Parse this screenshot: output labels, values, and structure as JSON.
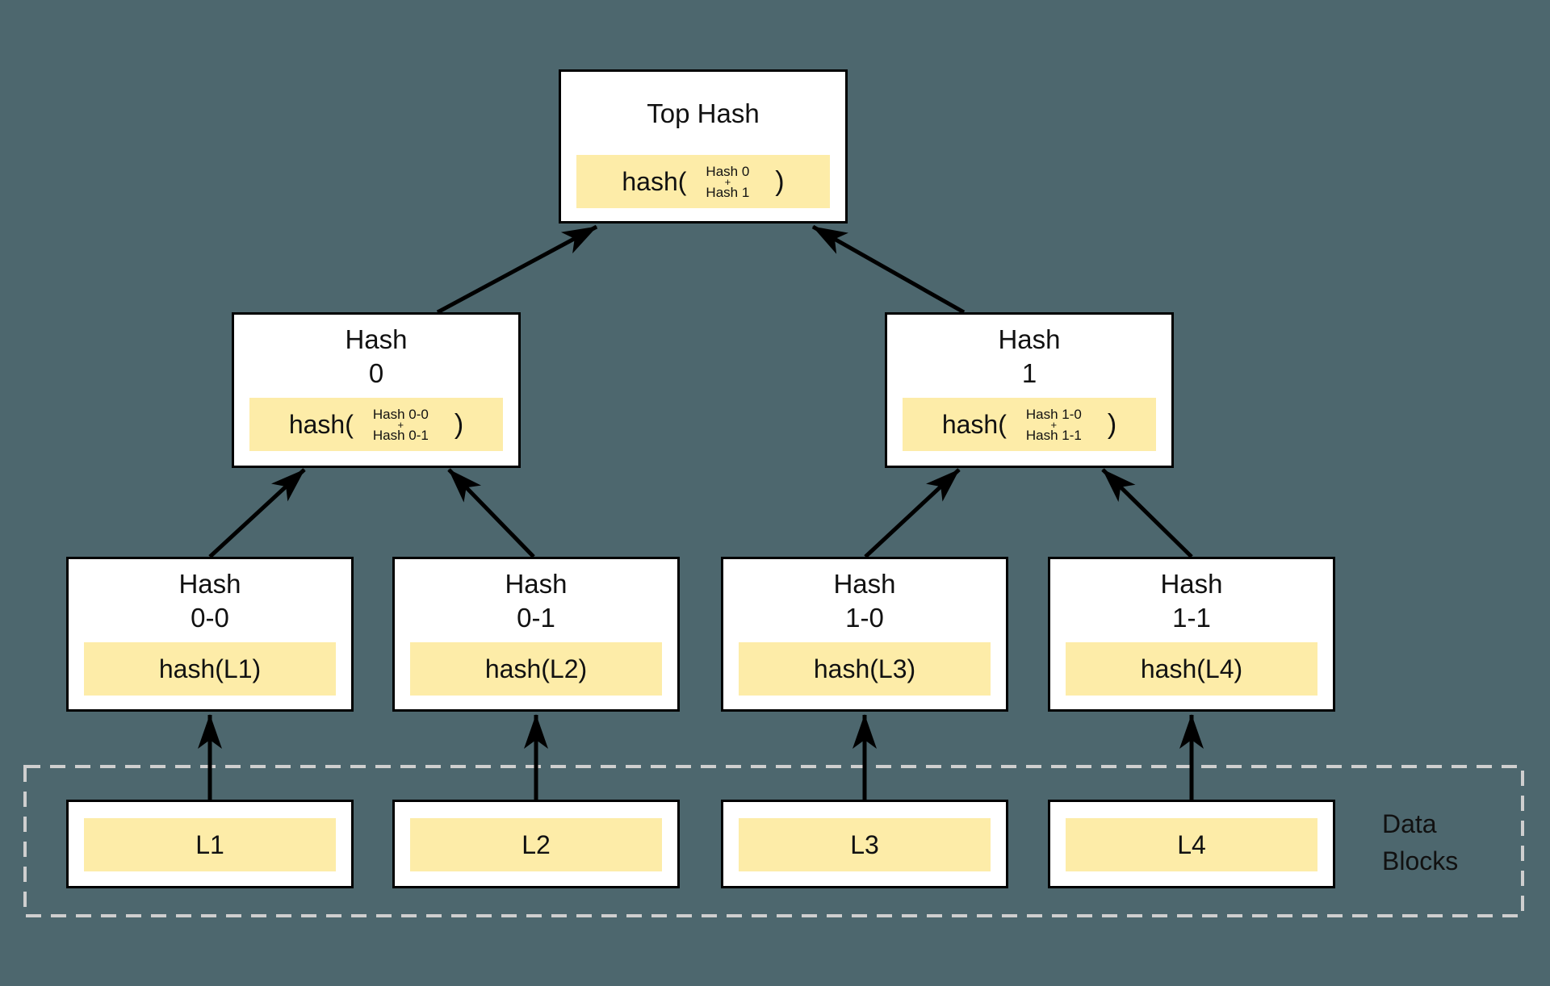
{
  "colors": {
    "background": "#4D676E",
    "box_fill": "#FFFFFF",
    "box_border": "#000000",
    "highlight": "#FDECA8",
    "dashed_border": "#CFCFCF",
    "arrow": "#000000",
    "text": "#111111"
  },
  "diagram": {
    "root": {
      "title": "Top Hash",
      "formula": {
        "prefix": "hash(",
        "operand_top": "Hash 0",
        "operator": "+",
        "operand_bottom": "Hash 1",
        "suffix": ")"
      }
    },
    "branches": [
      {
        "title": "Hash\n0",
        "formula": {
          "prefix": "hash(",
          "operand_top": "Hash 0-0",
          "operator": "+",
          "operand_bottom": "Hash 0-1",
          "suffix": ")"
        }
      },
      {
        "title": "Hash\n1",
        "formula": {
          "prefix": "hash(",
          "operand_top": "Hash 1-0",
          "operator": "+",
          "operand_bottom": "Hash 1-1",
          "suffix": ")"
        }
      }
    ],
    "leaves": [
      {
        "title": "Hash\n0-0",
        "label": "hash(L1)"
      },
      {
        "title": "Hash\n0-1",
        "label": "hash(L2)"
      },
      {
        "title": "Hash\n1-0",
        "label": "hash(L3)"
      },
      {
        "title": "Hash\n1-1",
        "label": "hash(L4)"
      }
    ],
    "data_blocks": {
      "label": "Data\nBlocks",
      "blocks": [
        "L1",
        "L2",
        "L3",
        "L4"
      ]
    }
  }
}
